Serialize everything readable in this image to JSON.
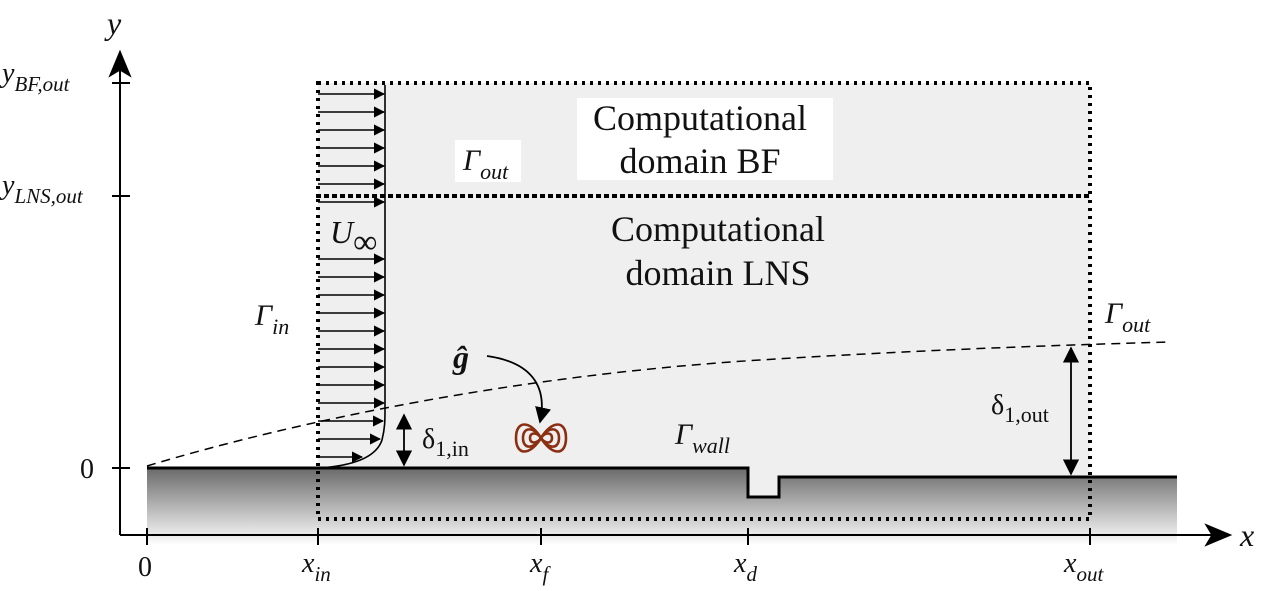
{
  "axes": {
    "x_label": "x",
    "y_label": "y",
    "x_ticks": [
      {
        "main": "0",
        "sub": ""
      },
      {
        "main": "x",
        "sub": "in"
      },
      {
        "main": "x",
        "sub": "f"
      },
      {
        "main": "x",
        "sub": "d"
      },
      {
        "main": "x",
        "sub": "out"
      }
    ],
    "y_ticks": [
      {
        "main": "0",
        "sub": ""
      },
      {
        "main": "y",
        "sub": "LNS,out"
      },
      {
        "main": "y",
        "sub": "BF,out"
      }
    ]
  },
  "domains": {
    "bf_line1": "Computational",
    "bf_line2": "domain BF",
    "lns_line1": "Computational",
    "lns_line2": "domain LNS"
  },
  "boundaries": {
    "gamma": "Γ",
    "out_sub": "out",
    "in_sub": "in",
    "wall_sub": "wall"
  },
  "flow": {
    "u_main": "U",
    "u_sub": "∞"
  },
  "thickness": {
    "delta": "δ",
    "in_sub": "1,in",
    "out_sub": "1,out"
  },
  "forcing": {
    "label": "ĝ"
  },
  "colors": {
    "domain_fill": "#efefef",
    "forcing": "#8b2f12",
    "line": "#000000"
  }
}
